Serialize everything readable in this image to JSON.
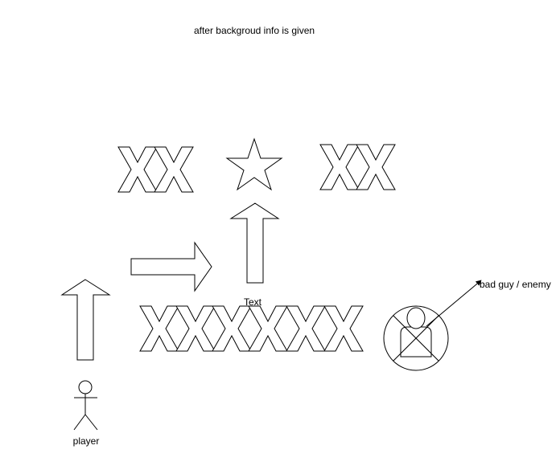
{
  "diagram": {
    "heading": "after backgroud info is given",
    "arrow_label": "Text",
    "player_label": "player",
    "enemy_label": "bad guy / enemy"
  },
  "icons": {
    "player": "stick-figure-icon",
    "enemy": "crossed-out-user-icon",
    "goal": "star-icon",
    "blocker": "x-mark-icon"
  },
  "colors": {
    "stroke": "#000000",
    "fill": "#ffffff"
  }
}
